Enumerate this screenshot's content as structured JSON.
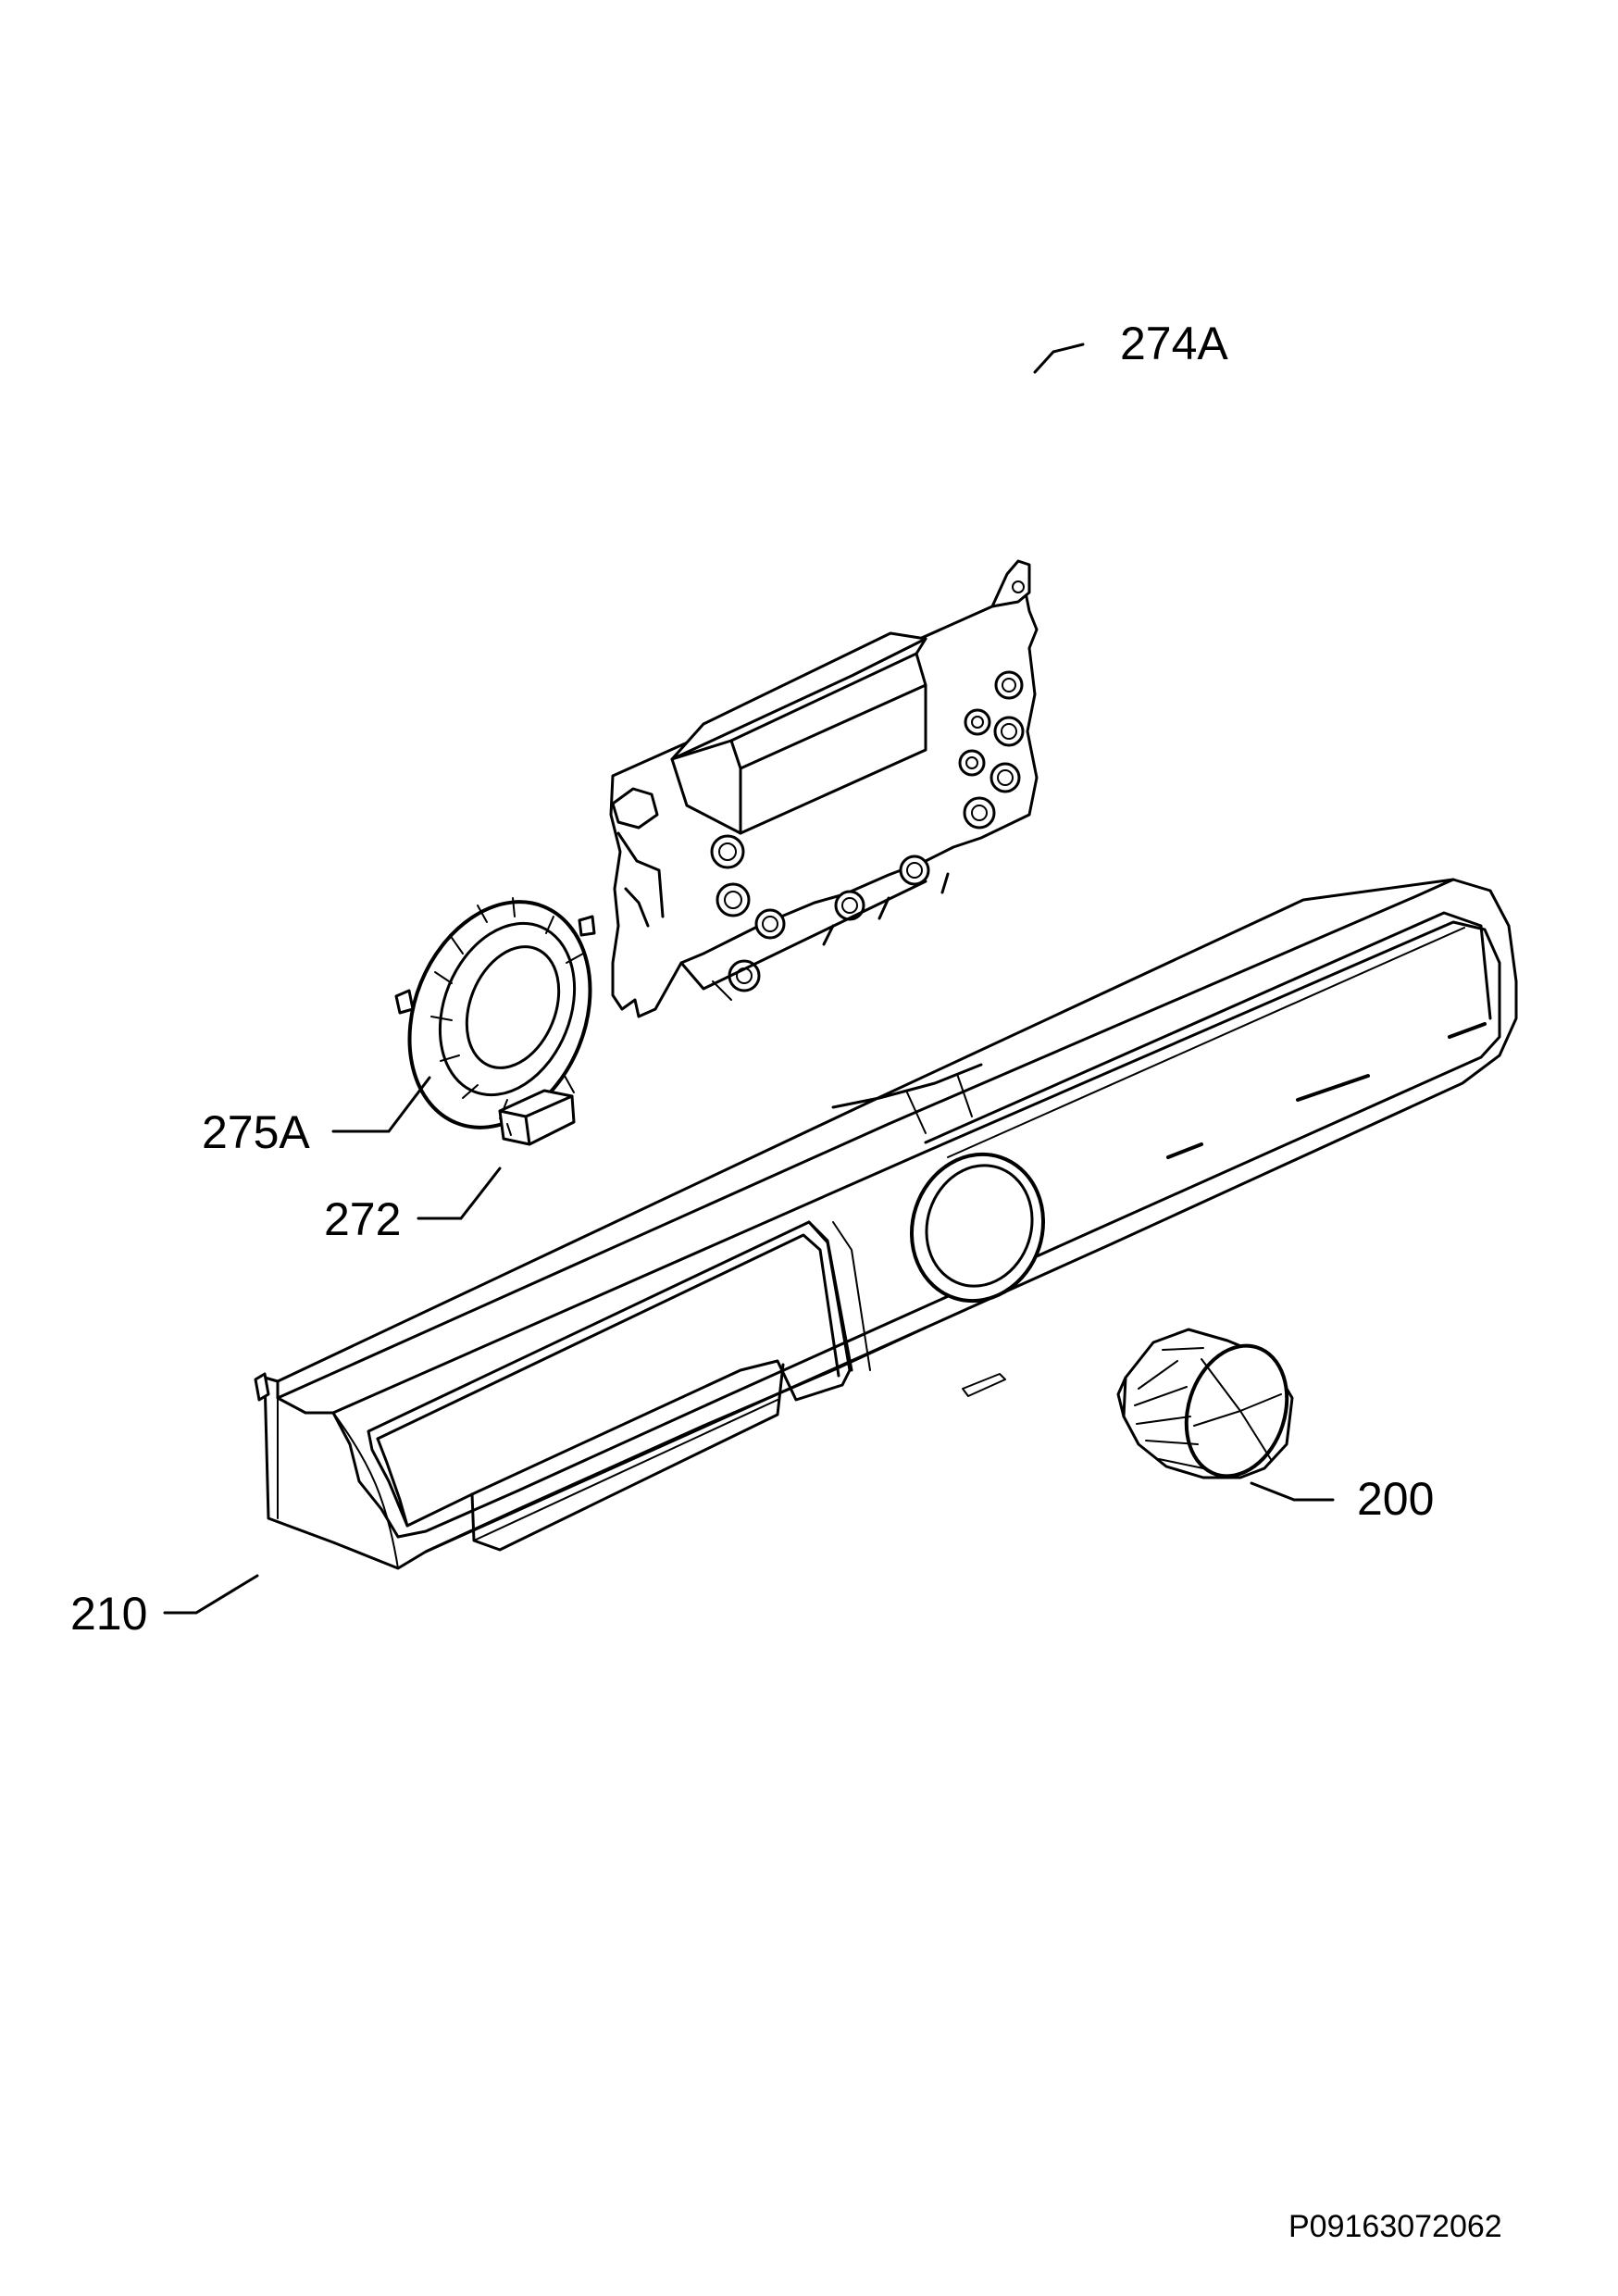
{
  "diagram": {
    "callouts": {
      "p274a": "274A",
      "p275a": "275A",
      "p272": "272",
      "p210": "210",
      "p200": "200"
    },
    "document_id": "P09163072062"
  }
}
